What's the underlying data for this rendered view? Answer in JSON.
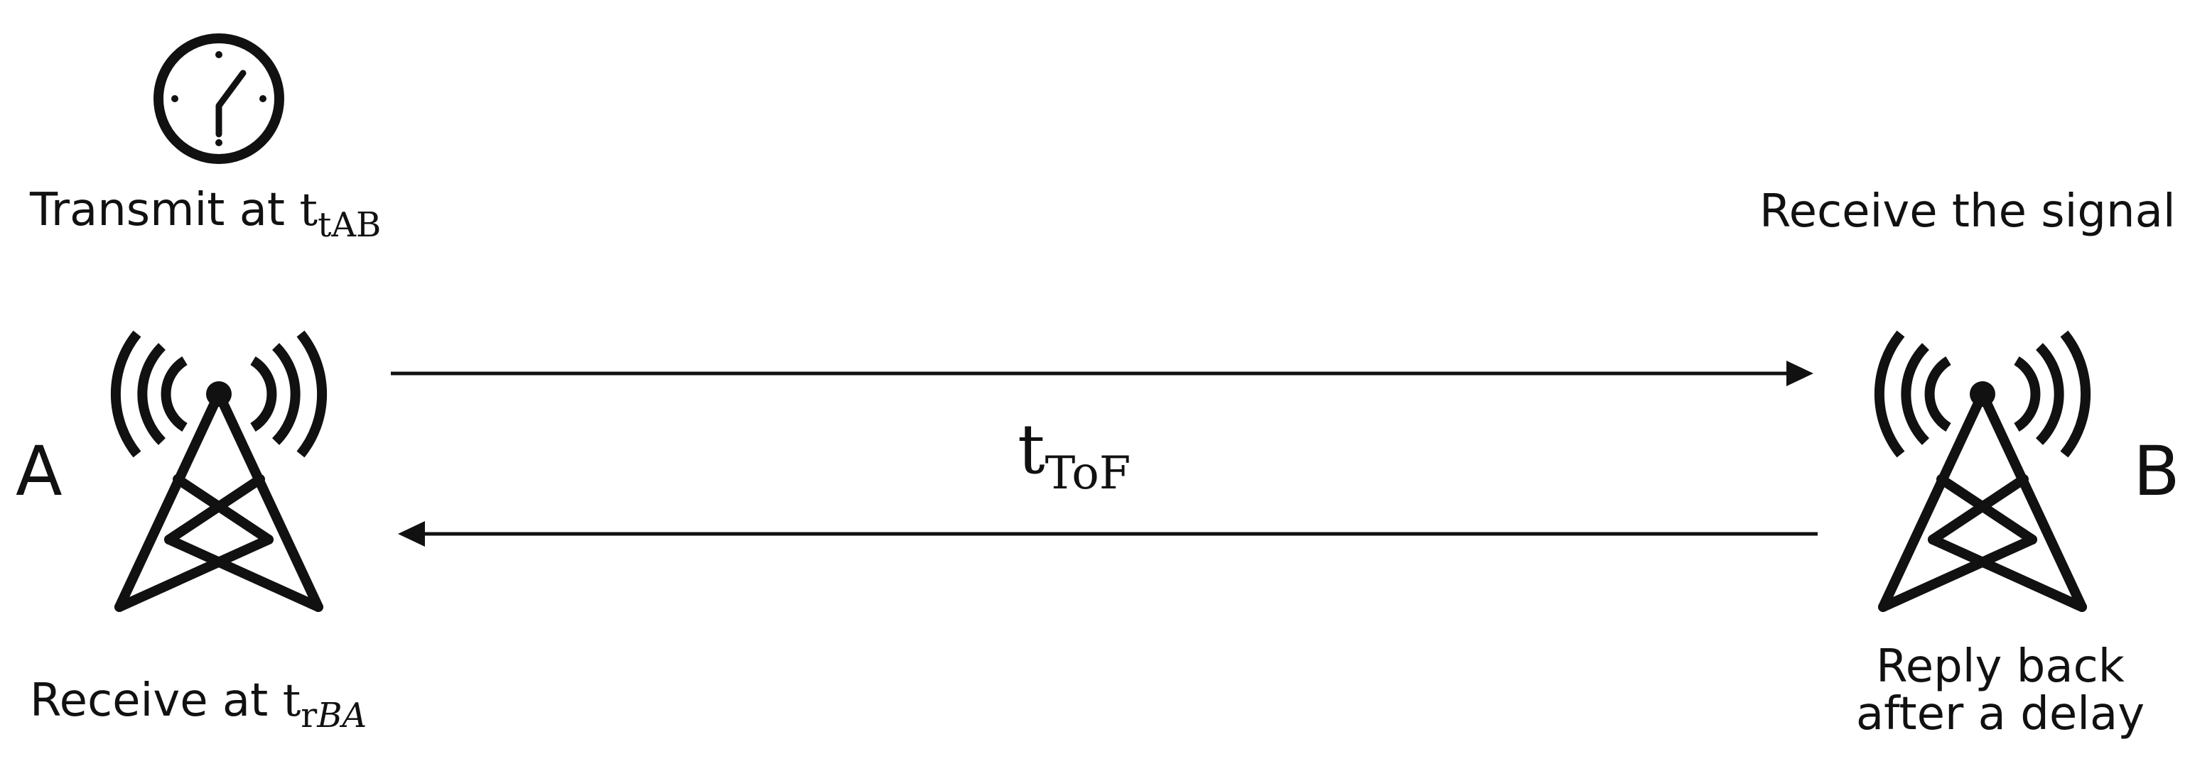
{
  "node_a": {
    "letter": "A",
    "transmit": {
      "prefix": "Transmit at ",
      "var": "t",
      "subscript": "tAB"
    },
    "receive": {
      "prefix": "Receive at ",
      "var": "t",
      "subscript_r": "r",
      "subscript_italic": "BA"
    }
  },
  "node_b": {
    "letter": "B",
    "receive": "Receive the signal",
    "reply_line1": "Reply back",
    "reply_line2": "after a delay"
  },
  "tof": {
    "var": "t",
    "subscript": "ToF"
  },
  "icons": {
    "clock": "clock-icon",
    "tower_a": "radio-tower-icon",
    "tower_b": "radio-tower-icon"
  },
  "colors": {
    "ink": "#111111",
    "background": "#ffffff"
  }
}
